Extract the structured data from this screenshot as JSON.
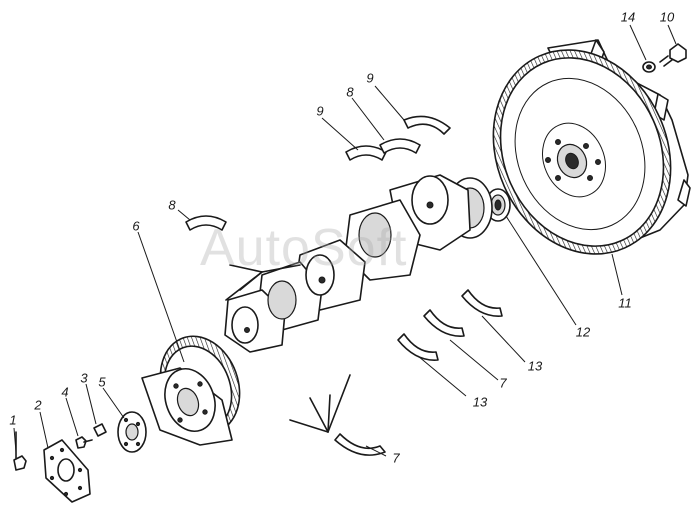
{
  "watermark": "AutoSoft",
  "callouts": [
    {
      "id": "c1",
      "text": "1"
    },
    {
      "id": "c2",
      "text": "2"
    },
    {
      "id": "c4",
      "text": "4"
    },
    {
      "id": "c3",
      "text": "3"
    },
    {
      "id": "c5",
      "text": "5"
    },
    {
      "id": "c6",
      "text": "6"
    },
    {
      "id": "c8a",
      "text": "8"
    },
    {
      "id": "c8b",
      "text": "8"
    },
    {
      "id": "c9a",
      "text": "9"
    },
    {
      "id": "c9b",
      "text": "9"
    },
    {
      "id": "c7a",
      "text": "7"
    },
    {
      "id": "c7b",
      "text": "7"
    },
    {
      "id": "c13a",
      "text": "13"
    },
    {
      "id": "c13b",
      "text": "13"
    },
    {
      "id": "c12",
      "text": "12"
    },
    {
      "id": "c11",
      "text": "11"
    },
    {
      "id": "c14",
      "text": "14"
    },
    {
      "id": "c10",
      "text": "10"
    }
  ]
}
